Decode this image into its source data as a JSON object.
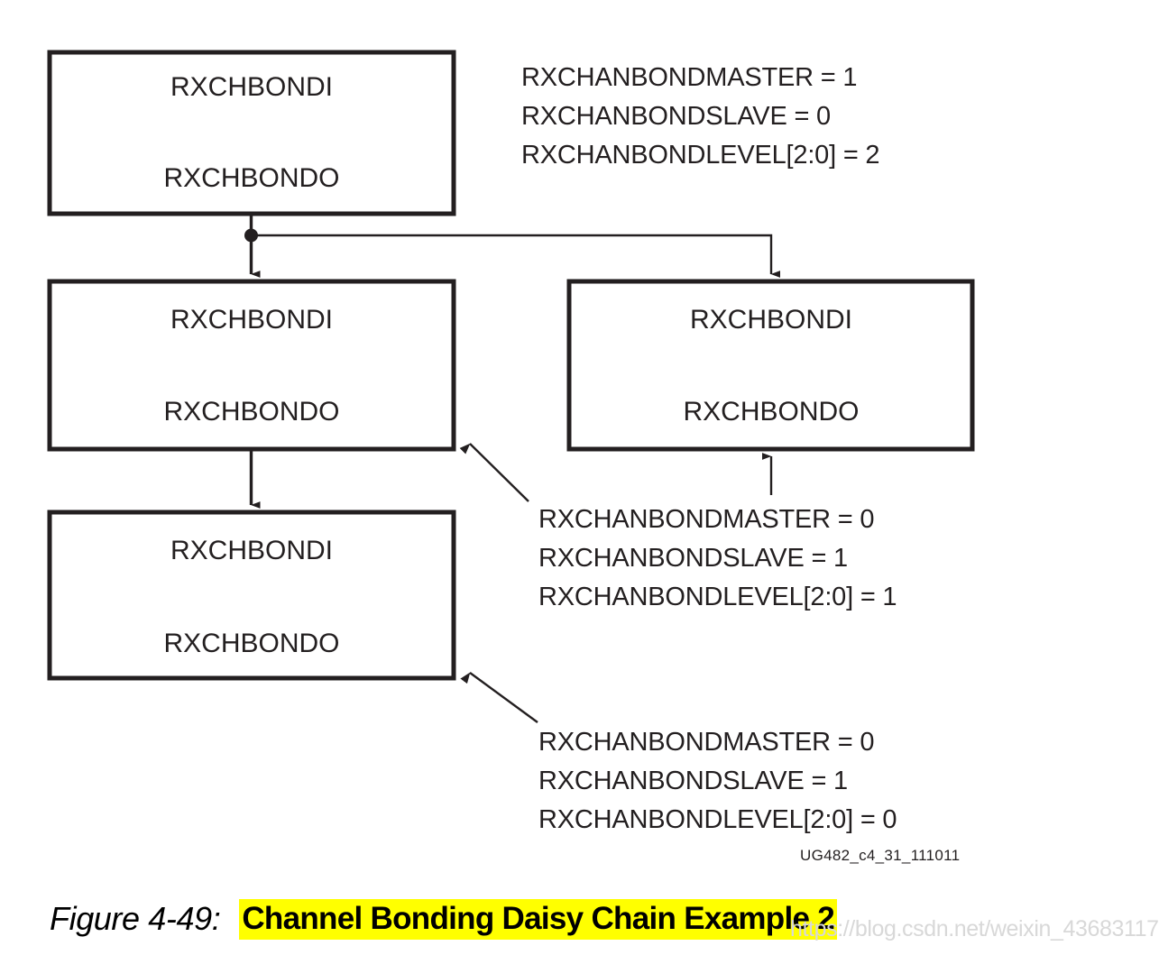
{
  "diagram": {
    "title": "Channel Bonding Daisy Chain Example 2",
    "figure_number": "Figure 4-49:",
    "figure_id": "UG482_c4_31_111011",
    "watermark": "https://blog.csdn.net/weixin_43683117",
    "colors": {
      "line": "#231f20",
      "highlight": "#ffff00",
      "text": "#000000",
      "background": "#ffffff"
    },
    "boxes": [
      {
        "id": "master",
        "port_in": "RXCHBONDI",
        "port_out": "RXCHBONDO"
      },
      {
        "id": "slave-level1-left",
        "port_in": "RXCHBONDI",
        "port_out": "RXCHBONDO"
      },
      {
        "id": "slave-level1-right",
        "port_in": "RXCHBONDI",
        "port_out": "RXCHBONDO"
      },
      {
        "id": "slave-level0",
        "port_in": "RXCHBONDI",
        "port_out": "RXCHBONDO"
      }
    ],
    "annotations": [
      {
        "id": "master-settings",
        "lines": [
          "RXCHANBONDMASTER = 1",
          "RXCHANBONDSLAVE = 0",
          "RXCHANBONDLEVEL[2:0] = 2"
        ]
      },
      {
        "id": "level1-settings",
        "lines": [
          "RXCHANBONDMASTER = 0",
          "RXCHANBONDSLAVE = 1",
          "RXCHANBONDLEVEL[2:0] = 1"
        ]
      },
      {
        "id": "level0-settings",
        "lines": [
          "RXCHANBONDMASTER = 0",
          "RXCHANBONDSLAVE = 1",
          "RXCHANBONDLEVEL[2:0] = 0"
        ]
      }
    ]
  }
}
